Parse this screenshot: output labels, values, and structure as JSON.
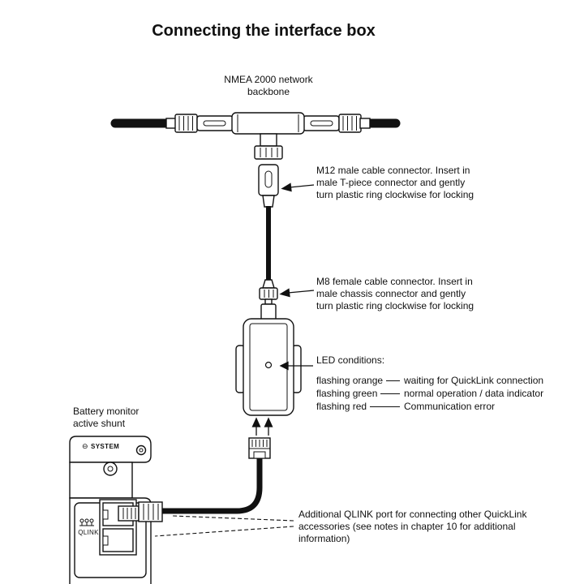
{
  "title": "Connecting the interface box",
  "diagram": {
    "backbone_label": "NMEA 2000 network\nbackbone",
    "m12_note": "M12 male cable connector. Insert in\nmale T-piece connector and gently\nturn plastic ring clockwise for locking",
    "m8_note": "M8 female cable connector. Insert in\nmale chassis connector and gently\nturn plastic ring clockwise for locking",
    "led_heading": "LED conditions:",
    "led_states": [
      {
        "state": "flashing orange",
        "meaning": "waiting for QuickLink connection"
      },
      {
        "state": "flashing green",
        "meaning": "normal operation / data indicator"
      },
      {
        "state": "flashing red",
        "meaning": "Communication error"
      }
    ],
    "battery_label": "Battery monitor\nactive shunt",
    "qlink_note": "Additional QLINK port for connecting other QuickLink\naccessories (see notes in chapter 10 for additional\ninformation)",
    "device": {
      "minus_symbol": "⊖",
      "system_label": "SYSTEM",
      "qlink_label": "QLINK"
    }
  },
  "colors": {
    "ink": "#111111",
    "background": "#ffffff"
  }
}
